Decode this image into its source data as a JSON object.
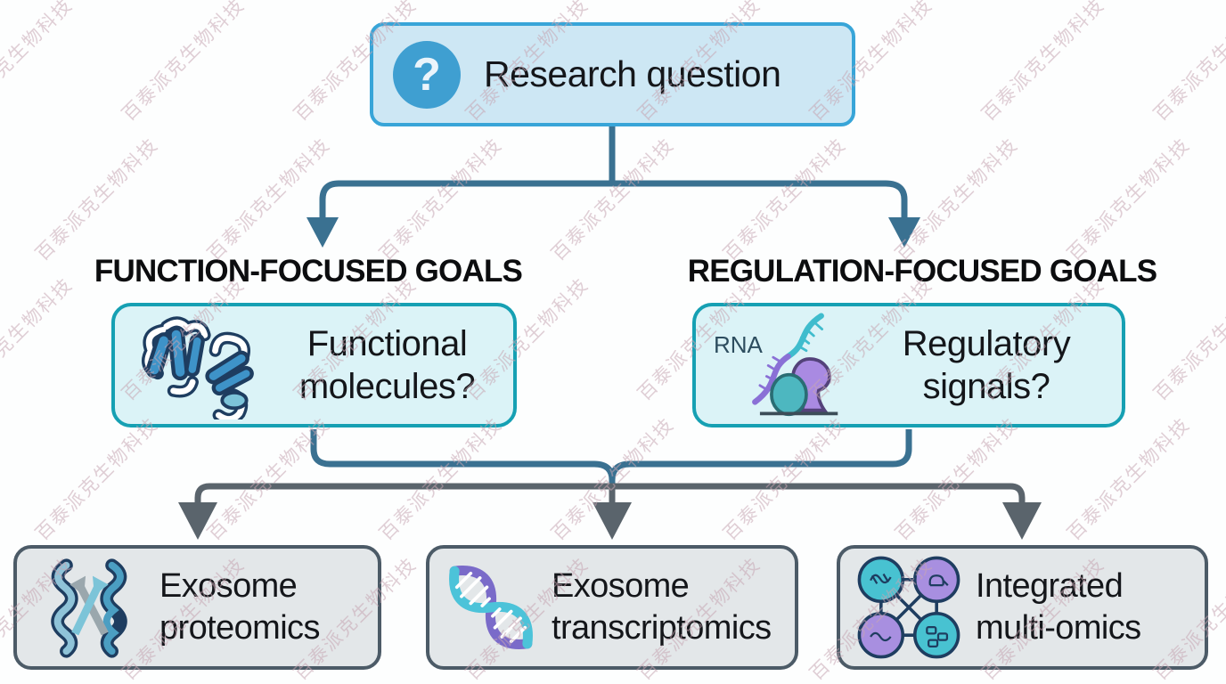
{
  "watermark": {
    "text": "百泰派克生物科技"
  },
  "colors": {
    "connector_blue": "#3a7191",
    "connector_gray": "#5a646c",
    "top_box_fill": "#cde7f4",
    "top_box_border": "#38a5d8",
    "question_circle": "#3f9fd1",
    "mid_box_fill": "#dbf3f7",
    "mid_box_border": "#16a0b3",
    "bottom_box_fill": "#e3e7e9",
    "bottom_box_border": "#4c5b67"
  },
  "root": {
    "icon": "question-icon",
    "question_mark": "?",
    "label": "Research question"
  },
  "branches": [
    {
      "heading": "FUNCTION-FOCUSED GOALS",
      "box": {
        "icon": "protein-structure-icon",
        "lines": [
          "Functional",
          "molecules?"
        ]
      }
    },
    {
      "heading": "REGULATION-FOCUSED GOALS",
      "box": {
        "icon": "rna-strand-icon",
        "icon_label": "RNA",
        "lines": [
          "Regulatory",
          "signals?"
        ]
      }
    }
  ],
  "outcomes": [
    {
      "icon": "protein-helix-icon",
      "lines": [
        "Exosome",
        "proteomics"
      ]
    },
    {
      "icon": "dna-helix-icon",
      "lines": [
        "Exosome",
        "transcriptomics"
      ]
    },
    {
      "icon": "multi-omics-network-icon",
      "lines": [
        "Integrated",
        "multi-omics"
      ]
    }
  ]
}
